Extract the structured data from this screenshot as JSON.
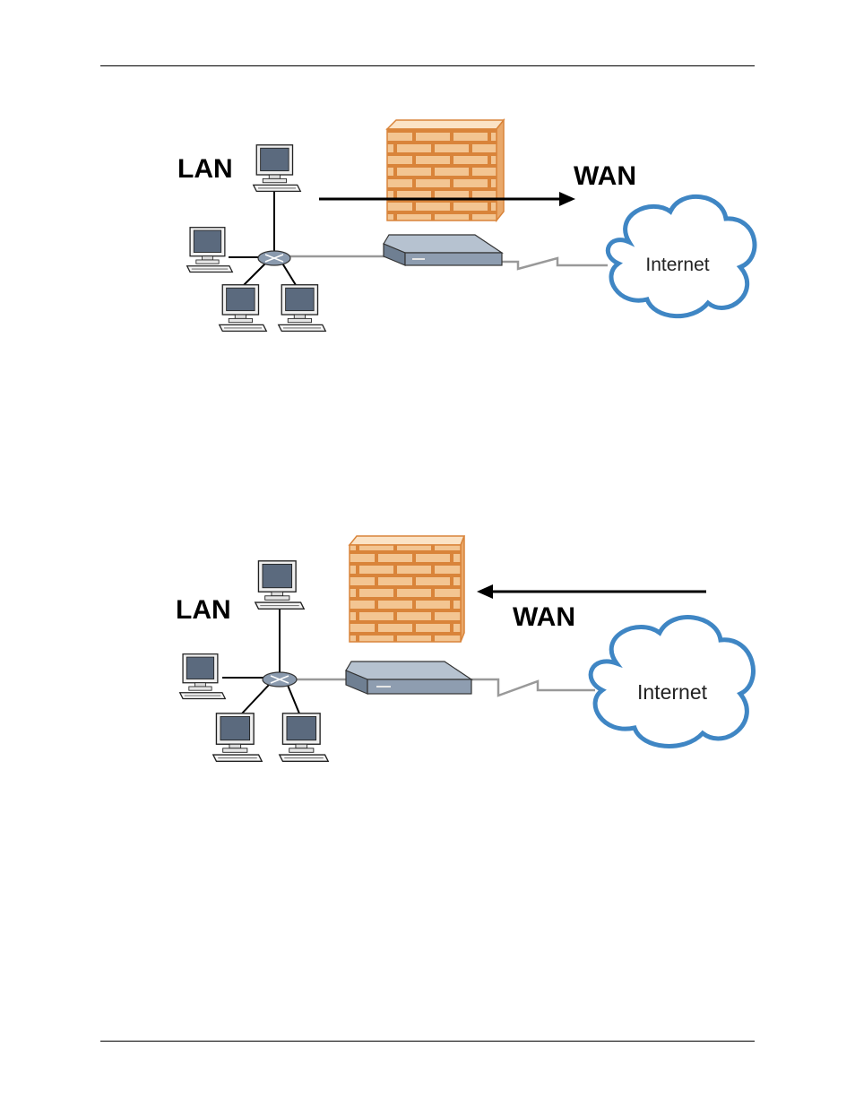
{
  "figure_1": {
    "lan_label": "LAN",
    "wan_label": "WAN",
    "cloud_label": "Internet",
    "arrow_direction": "lan-to-wan"
  },
  "figure_2": {
    "lan_label": "LAN",
    "wan_label": "WAN",
    "cloud_label": "Internet",
    "arrow_direction": "wan-to-lan"
  },
  "colors": {
    "brick": "#f3c592",
    "brick_edge": "#d9843a",
    "cloud_fill": "#ffffff",
    "cloud_edge": "#3f86c4",
    "monitor_screen": "#5b6a7e",
    "router": "#8a9aae",
    "line": "#999999",
    "arrow": "#000000"
  }
}
